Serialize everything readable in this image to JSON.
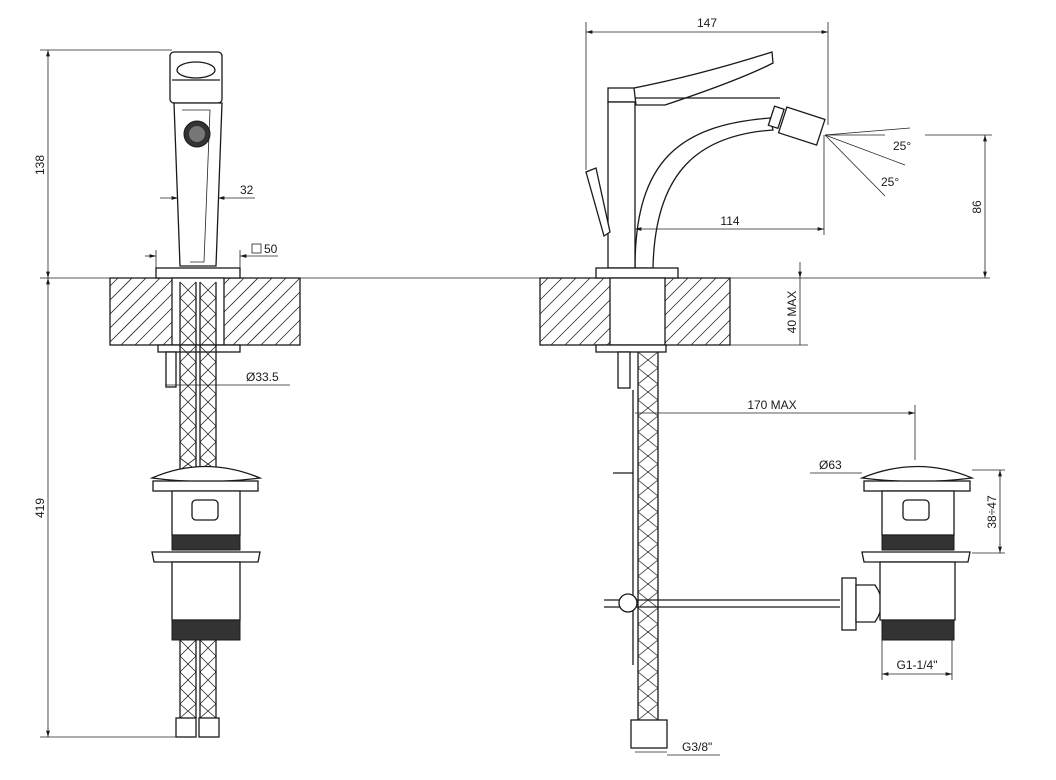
{
  "front_view": {
    "dim_height_top": "138",
    "dim_height_bottom": "419",
    "dim_body_width": "32",
    "dim_base_square": "50",
    "dim_hole_diameter": "Ø33.5"
  },
  "side_view": {
    "dim_total_length": "147",
    "dim_spout_reach": "114",
    "dim_angle_up": "25°",
    "dim_angle_down": "25°",
    "dim_spout_height": "86",
    "dim_deck_thickness": "40 MAX",
    "dim_rod_length": "170 MAX",
    "dim_waste_diameter": "Ø63",
    "dim_waste_range": "38÷47",
    "dim_waste_thread": "G1-1/4\"",
    "dim_hose_thread": "G3/8\""
  }
}
